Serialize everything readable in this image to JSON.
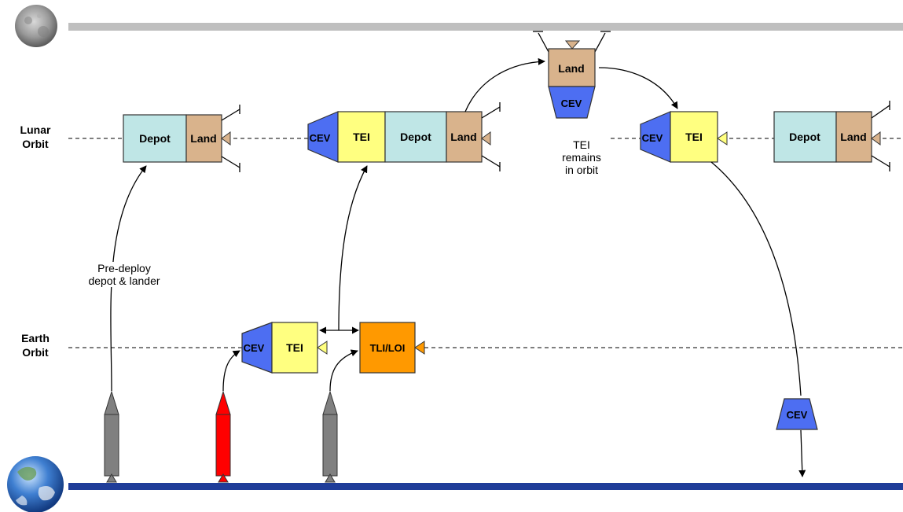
{
  "labels": {
    "lunar_orbit_line1": "Lunar",
    "lunar_orbit_line2": "Orbit",
    "earth_orbit_line1": "Earth",
    "earth_orbit_line2": "Orbit",
    "predeploy_line1": "Pre-deploy",
    "predeploy_line2": "depot & lander",
    "tei_remains_line1": "TEI",
    "tei_remains_line2": "remains",
    "tei_remains_line3": "in orbit"
  },
  "modules": {
    "depot": "Depot",
    "land": "Land",
    "cev": "CEV",
    "tei": "TEI",
    "tli_loi": "TLI/LOI"
  },
  "colors": {
    "moon_line": "#bfbfbf",
    "earth_line": "#1f3d99",
    "depot_fill": "#bfe6e6",
    "land_fill": "#d9b38c",
    "cev_fill": "#4d6ef2",
    "tei_fill": "#ffff80",
    "tli_fill": "#ff9900",
    "rocket_gray": "#808080",
    "rocket_red": "#ff0000"
  }
}
